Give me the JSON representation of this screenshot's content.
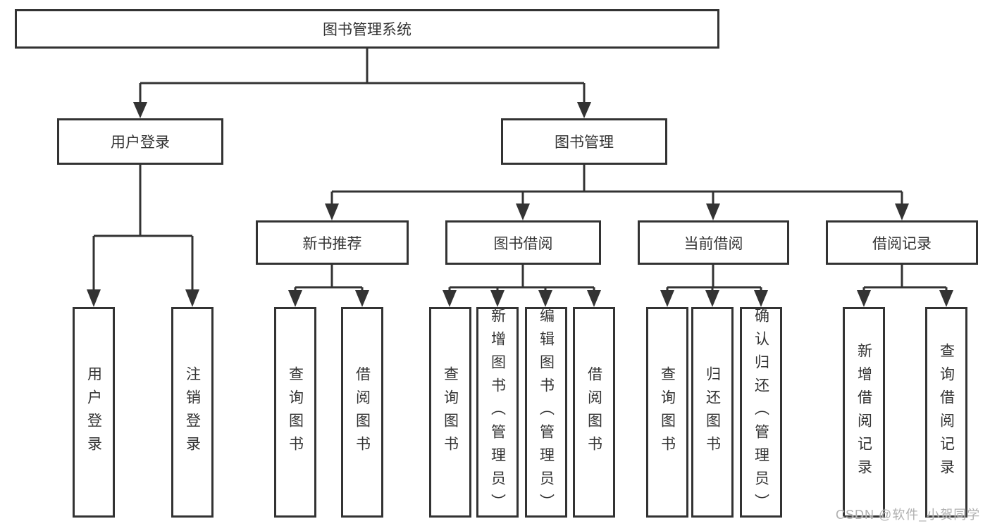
{
  "diagram_title": "图书管理系统",
  "watermark": "CSDN @软件_小贺同学",
  "colors": {
    "line": "#333333",
    "text": "#333333",
    "background": "#ffffff",
    "watermark_text": "#b0b0b0"
  },
  "tree": {
    "root": {
      "label": "图书管理系统"
    },
    "user_login": {
      "label": "用户登录",
      "children": {
        "login": "用户登录",
        "logout": "注销登录"
      }
    },
    "book_management": {
      "label": "图书管理",
      "new_book_recommend": {
        "label": "新书推荐",
        "children": {
          "query_book": "查询图书",
          "borrow_book": "借阅图书"
        }
      },
      "book_borrow": {
        "label": "图书借阅",
        "children": {
          "query_book": "查询图书",
          "add_book": "新增图书（管理员）",
          "edit_book": "编辑图书（管理员）",
          "borrow_book": "借阅图书"
        }
      },
      "current_borrow": {
        "label": "当前借阅",
        "children": {
          "query_book": "查询图书",
          "return_book": "归还图书",
          "confirm_return": "确认归还（管理员）"
        }
      },
      "borrow_record": {
        "label": "借阅记录",
        "children": {
          "add_record": "新增借阅记录",
          "query_record": "查询借阅记录"
        }
      }
    }
  }
}
